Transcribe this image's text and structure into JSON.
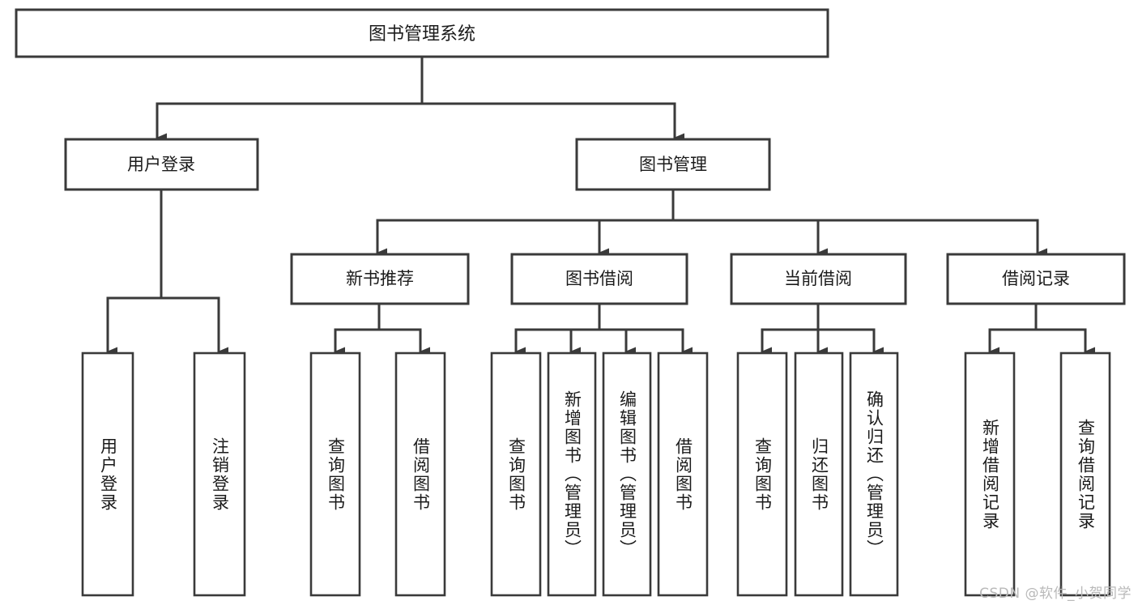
{
  "diagram": {
    "title": "图书管理系统",
    "type": "tree-hierarchy",
    "watermark": "CSDN @软件_小贺同学",
    "colors": {
      "stroke": "#3a3a3a",
      "fill": "#ffffff",
      "text": "#1b1b1b",
      "watermark": "#b9b9b9",
      "background": "#ffffff"
    },
    "root": {
      "label": "图书管理系统"
    },
    "level2": [
      {
        "label": "用户登录"
      },
      {
        "label": "图书管理"
      }
    ],
    "level3": [
      {
        "label": "新书推荐"
      },
      {
        "label": "图书借阅"
      },
      {
        "label": "当前借阅"
      },
      {
        "label": "借阅记录"
      }
    ],
    "leaves": {
      "user_login": [
        {
          "label": "用户登录"
        },
        {
          "label": "注销登录"
        }
      ],
      "new_book_recommend": [
        {
          "label": "查询图书"
        },
        {
          "label": "借阅图书"
        }
      ],
      "book_borrow": [
        {
          "label": "查询图书"
        },
        {
          "label": "新增图书（管理员）"
        },
        {
          "label": "编辑图书（管理员）"
        },
        {
          "label": "借阅图书"
        }
      ],
      "current_borrow": [
        {
          "label": "查询图书"
        },
        {
          "label": "归还图书"
        },
        {
          "label": "确认归还（管理员）"
        }
      ],
      "borrow_record": [
        {
          "label": "新增借阅记录"
        },
        {
          "label": "查询借阅记录"
        }
      ]
    }
  }
}
